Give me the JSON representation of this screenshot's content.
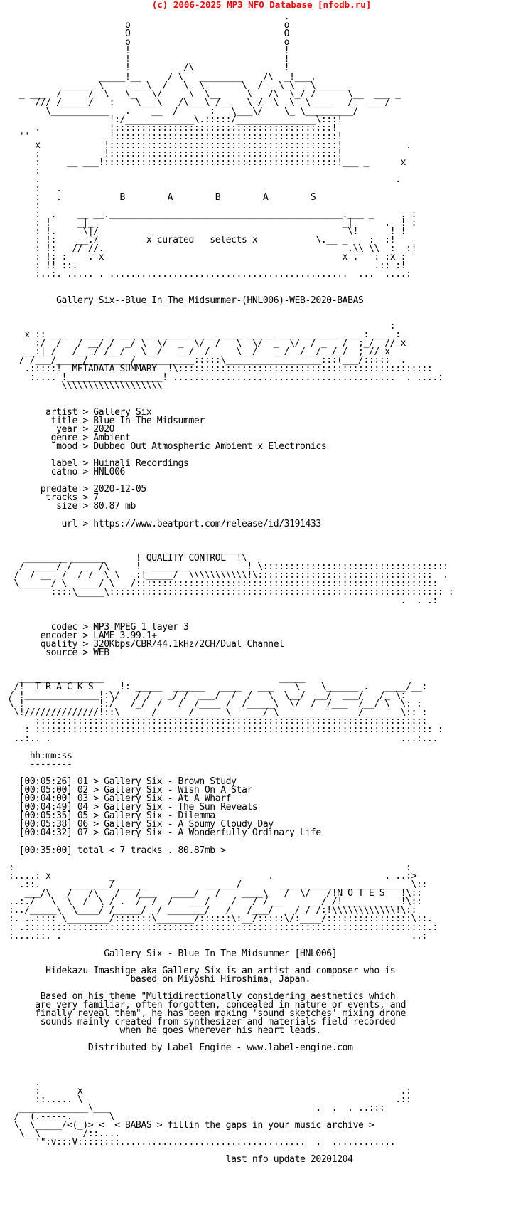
{
  "header": {
    "text": "(c) 2006-2025 MP3 NFO Database [nfodb.ru]",
    "color": "#ff0000"
  },
  "release_name": "Gallery_Six--Blue_In_The_Midsummer-(HNL006)-WEB-2020-BABAS",
  "group_name_letters": "B     A     B     A     S",
  "group_tagline": "x curated   selects x",
  "sections": {
    "metadata_title": "METADATA SUMMARY",
    "quality_title": "QUALITY CONTROL",
    "tracks_title": "T R A C K S",
    "notes_title": "N O T E S"
  },
  "metadata": [
    {
      "label": "artist",
      "value": "Gallery Six"
    },
    {
      "label": "title",
      "value": "Blue In The Midsummer"
    },
    {
      "label": "year",
      "value": "2020"
    },
    {
      "label": "genre",
      "value": "Ambient"
    },
    {
      "label": "mood",
      "value": "Dubbed Out Atmospheric Ambient x Electronics"
    },
    {
      "label": "label",
      "value": "Huinali Recordings"
    },
    {
      "label": "catno",
      "value": "HNL006"
    },
    {
      "label": "predate",
      "value": "2020-12-05"
    },
    {
      "label": "tracks",
      "value": "7"
    },
    {
      "label": "size",
      "value": "80.87 mb"
    },
    {
      "label": "url",
      "value": "https://www.beatport.com/release/id/3191433"
    }
  ],
  "quality": [
    {
      "label": "codec",
      "value": "MP3 MPEG 1 layer 3"
    },
    {
      "label": "encoder",
      "value": "LAME 3.99.1+"
    },
    {
      "label": "quality",
      "value": "320Kbps/CBR/44.1kHz/2CH/Dual Channel"
    },
    {
      "label": "source",
      "value": "WEB"
    }
  ],
  "tracks_header": "hh:mm:ss",
  "tracks": [
    {
      "time": "00:05:26",
      "num": "01",
      "artist": "Gallery Six",
      "title": "Brown Study"
    },
    {
      "time": "00:05:00",
      "num": "02",
      "artist": "Gallery Six",
      "title": "Wish On A Star"
    },
    {
      "time": "00:04:00",
      "num": "03",
      "artist": "Gallery Six",
      "title": "At A Wharf"
    },
    {
      "time": "00:04:49",
      "num": "04",
      "artist": "Gallery Six",
      "title": "The Sun Reveals"
    },
    {
      "time": "00:05:35",
      "num": "05",
      "artist": "Gallery Six",
      "title": "Dilemma"
    },
    {
      "time": "00:05:38",
      "num": "06",
      "artist": "Gallery Six",
      "title": "A Spumy Cloudy Day"
    },
    {
      "time": "00:04:32",
      "num": "07",
      "artist": "Gallery Six",
      "title": "A Wonderfully Ordinary Life"
    }
  ],
  "total": {
    "time": "00:35:00",
    "count": "7 tracks",
    "size": "80.87mb"
  },
  "notes": {
    "heading": "Gallery Six - Blue In The Midsummer [HNL006]",
    "paragraph1": [
      "Hidekazu Imashige aka Gallery Six is an artist and composer who is",
      "based on Miyoshi Hiroshima, Japan."
    ],
    "paragraph2": [
      "Based on his theme \"Multidirectionally considering aesthetics which",
      "are very familiar, often forgotten, concealed in nature or events, and",
      "finally reveal them\", he has been making 'sound sketches' mixing drone",
      "sounds mainly created from synthesizer and materials field-recorded",
      "when he goes wherever his heart leads."
    ],
    "distribution": "Distributed by Label Engine - www.label-engine.com"
  },
  "footer": {
    "slogan": "< BABAS > fillin the gaps in your music archive >",
    "last_update": "last nfo update 20201204"
  }
}
